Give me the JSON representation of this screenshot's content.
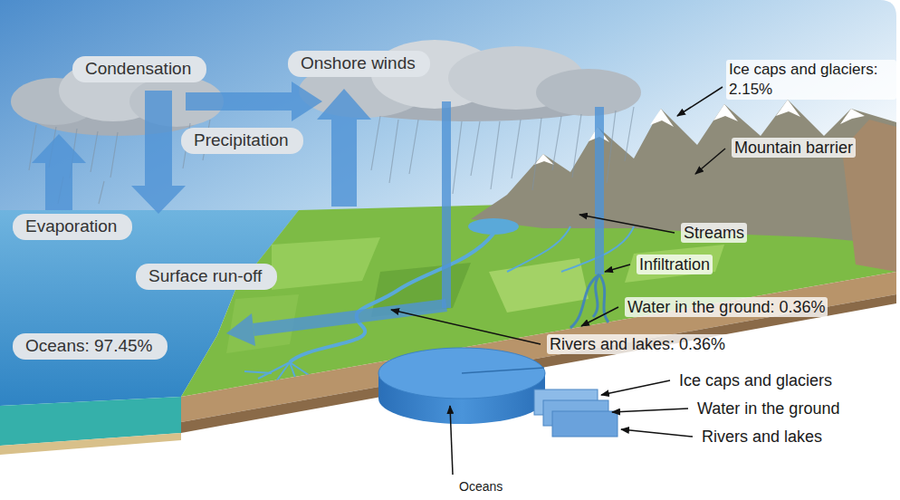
{
  "diagram": {
    "nodes": [
      {
        "text": [
          "Condensation"
        ]
      },
      {
        "text": [
          "Onshore winds"
        ]
      },
      {
        "text": [
          "Precipitation"
        ]
      },
      {
        "text": [
          "Evaporation"
        ]
      },
      {
        "text": [
          "Surface run-off"
        ]
      },
      {
        "text": [
          "Oceans: 97.45%"
        ]
      }
    ],
    "labels": [
      "Ice caps and glaciers: 2.15%",
      "Mountain barrier",
      "Streams",
      "Infiltration",
      "Water in the ground: 0.36%",
      "Rivers and lakes: 0.36%",
      "Ice caps and glaciers",
      "Water in the ground",
      "Rivers and lakes",
      "Oceans"
    ]
  }
}
